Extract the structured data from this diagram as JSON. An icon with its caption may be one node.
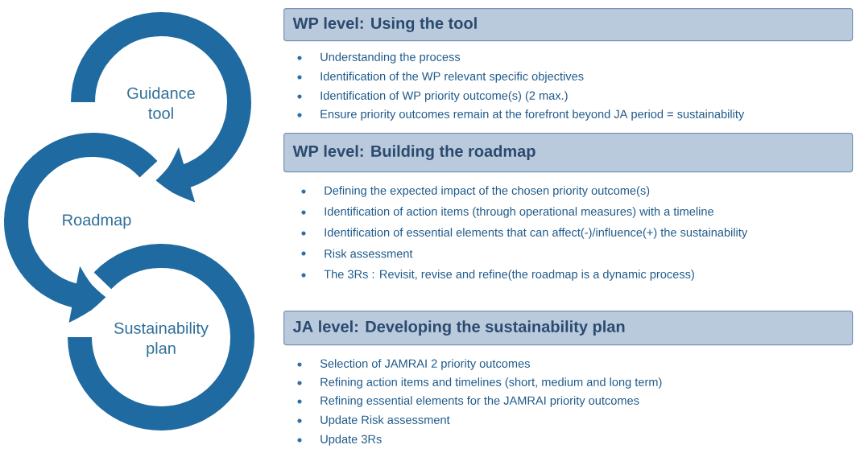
{
  "diagram": {
    "nodes": [
      {
        "text": [
          "Guidance tool"
        ]
      },
      {
        "text": [
          "Roadmap"
        ]
      },
      {
        "text": [
          "Sustainability plan"
        ]
      },
      {
        "text": [
          "WP level: Using the tool"
        ],
        "beside": [
          "Understanding the process",
          "Identification of the WP relevant specific objectives",
          "Identification of WP priority outcome(s) (2 max.)",
          "Ensure priority outcomes remain at the forefront beyond JA period = sustainability"
        ]
      },
      {
        "text": [
          "WP level: Building the roadmap"
        ],
        "beside": [
          "Defining the expected impact of the chosen priority outcome(s)",
          "Identification of action items (through operational measures) with a timeline",
          "Identification of essential elements that can affect(-)/influence(+) the sustainability",
          "Risk assessment",
          "The 3Rs : Revisit, revise and refine(the roadmap is a dynamic process)"
        ]
      },
      {
        "text": [
          "JA level: Developing the sustainability plan"
        ],
        "beside": [
          "Selection of JAMRAI 2 priority outcomes",
          "Refining action items and timelines (short, medium and long term)",
          "Refining essential elements for the JAMRAI priority outcomes",
          "Update Risk assessment",
          "Update 3Rs"
        ]
      }
    ],
    "edges": [
      {
        "from": 0,
        "to": 1,
        "arrow": "to"
      },
      {
        "from": 1,
        "to": 2,
        "arrow": "to"
      }
    ]
  }
}
